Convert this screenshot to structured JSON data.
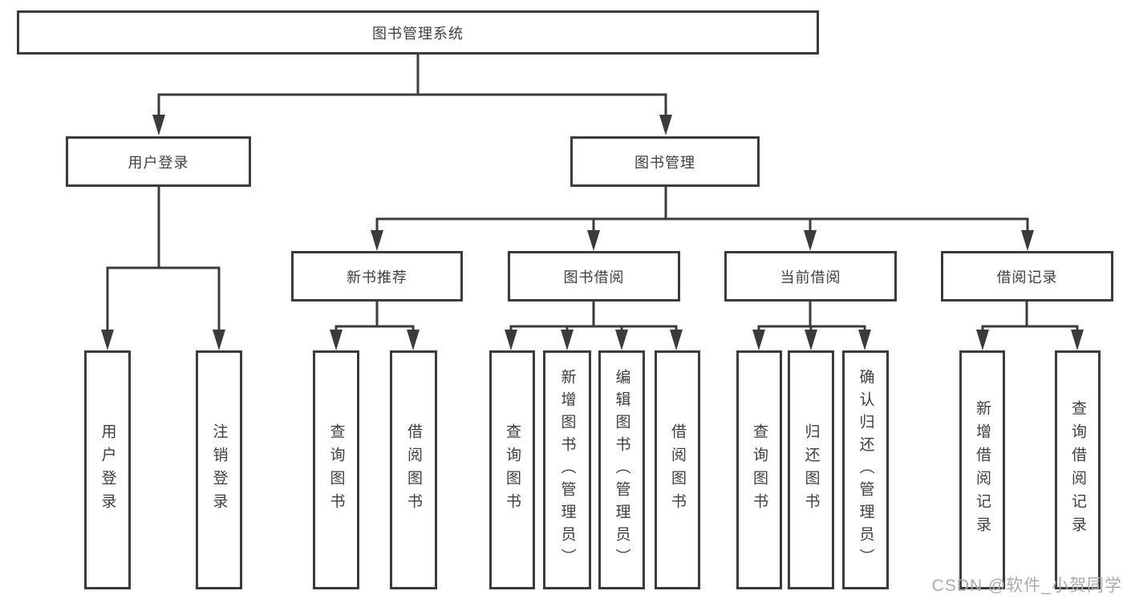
{
  "diagram": {
    "title": "图书管理系统",
    "level2": {
      "user_login": "用户登录",
      "book_mgmt": "图书管理"
    },
    "level3": {
      "new_books": "新书推荐",
      "borrowing": "图书借阅",
      "current": "当前借阅",
      "records": "借阅记录"
    },
    "leaves": {
      "user_login": [
        "用户登录",
        "注销登录"
      ],
      "new_books": [
        "查询图书",
        "借阅图书"
      ],
      "borrowing": [
        "查询图书",
        "新增图书（管理员）",
        "编辑图书（管理员）",
        "借阅图书"
      ],
      "current": [
        "查询图书",
        "归还图书",
        "确认归还（管理员）"
      ],
      "records": [
        "新增借阅记录",
        "查询借阅记录"
      ]
    }
  },
  "watermark": {
    "text": "CSDN @软件_小贺同学"
  },
  "colors": {
    "line": "#3b3b3b",
    "text": "#3f3f3f",
    "watermark": "#ababab",
    "background": "#ffffff"
  }
}
